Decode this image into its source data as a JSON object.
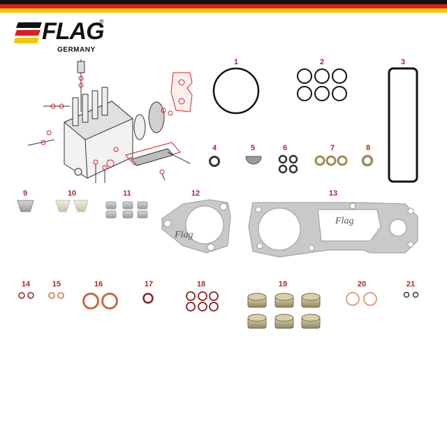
{
  "brand": {
    "name": "FLAG",
    "registered": "®",
    "country": "GERMANY"
  },
  "colors": {
    "flag_black": "#111111",
    "flag_red": "#d9201f",
    "flag_gold": "#f7c600",
    "number_red": "#b0242a",
    "copper": "#c8683f",
    "dark_red_ring": "#8a1e22",
    "gasket_grey": "#c9c9c9"
  },
  "parts": [
    {
      "number": "1"
    },
    {
      "number": "2"
    },
    {
      "number": "3"
    },
    {
      "number": "4"
    },
    {
      "number": "5"
    },
    {
      "number": "6"
    },
    {
      "number": "7"
    },
    {
      "number": "8"
    },
    {
      "number": "9"
    },
    {
      "number": "10"
    },
    {
      "number": "11"
    },
    {
      "number": "12"
    },
    {
      "number": "13"
    },
    {
      "number": "14"
    },
    {
      "number": "15"
    },
    {
      "number": "16"
    },
    {
      "number": "17"
    },
    {
      "number": "18"
    },
    {
      "number": "19"
    },
    {
      "number": "20"
    },
    {
      "number": "21"
    }
  ],
  "gasket_text": "Flag"
}
